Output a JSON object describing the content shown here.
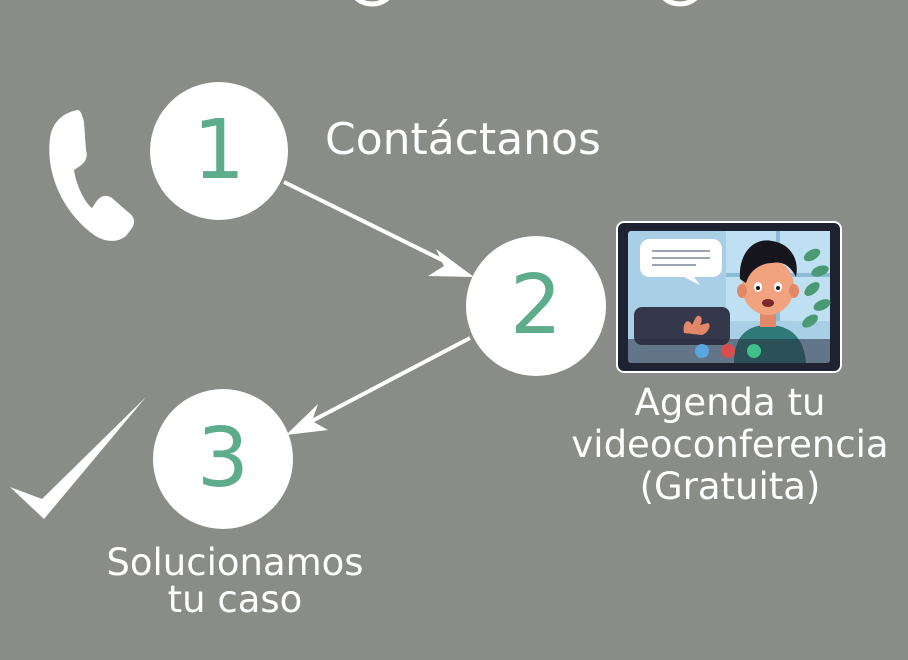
{
  "steps": [
    {
      "number": "1",
      "label_lines": [
        "Contáctanos"
      ]
    },
    {
      "number": "2",
      "label_lines": [
        "Agenda tu",
        "videoconferencia",
        "(Gratuita)"
      ]
    },
    {
      "number": "3",
      "label_lines": [
        "Solucionamos",
        "tu caso"
      ]
    }
  ],
  "icons": {
    "step1": "phone-icon",
    "step2": "video-call-illustration",
    "step3": "checkmark-icon"
  },
  "colors": {
    "background": "#8a8c87",
    "circle": "#ffffff",
    "number": "#5dac8c",
    "text": "#ffffff"
  }
}
